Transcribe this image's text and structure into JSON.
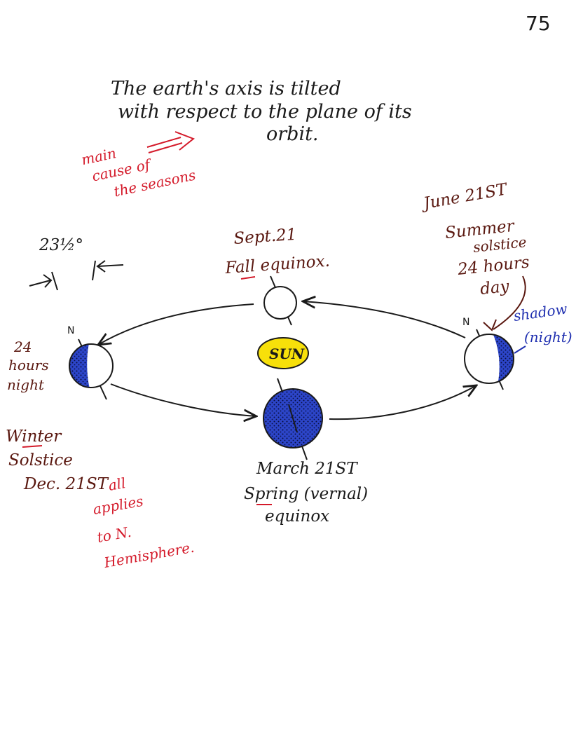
{
  "page_number": "75",
  "title_lines": [
    "The earth's axis is tilted",
    "with respect to the plane of its",
    "orbit."
  ],
  "annotation_main_cause": [
    "main",
    "cause of",
    "the seasons"
  ],
  "tilt_angle": "23½°",
  "sun_label": "SUN",
  "positions": {
    "fall": {
      "date": "Sept.21",
      "name": "Fall equinox."
    },
    "summer": {
      "date": "June 21ST",
      "name_line1": "Summer",
      "name_line2": "solstice",
      "note_line1": "24 hours",
      "note_line2": "day",
      "north": "N"
    },
    "winter": {
      "date": "Dec. 21ST",
      "name_line1": "Winter",
      "name_line2": "Solstice",
      "note_line1": "24",
      "note_line2": "hours",
      "note_line3": "night",
      "north": "N"
    },
    "spring": {
      "date": "March 21ST",
      "name": "Spring (vernal)",
      "name_line2": "equinox"
    }
  },
  "shadow_label_line1": "shadow",
  "shadow_label_line2": "(night)",
  "applies_note": [
    "all",
    "applies",
    "to N.",
    "Hemisphere."
  ],
  "colors": {
    "ink": "#1a1a1a",
    "red": "#d41a2a",
    "brown": "#5a1810",
    "blue": "#1f2fb0",
    "sun": "#f7e00a",
    "shade": "#2c45c8"
  }
}
